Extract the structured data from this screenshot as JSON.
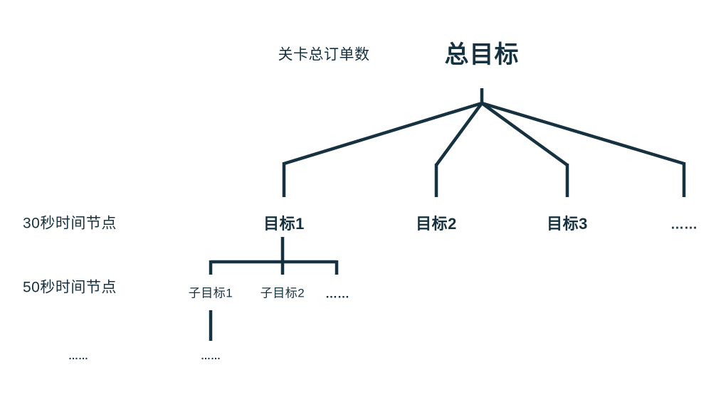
{
  "diagram": {
    "title_text": "总目标",
    "background_color": "#ffffff",
    "line_color": "#16313f",
    "text_color": "#16313f",
    "root": {
      "label": "总目标",
      "side_label": "关卡总订单数"
    },
    "row_labels": [
      {
        "label": "30秒时间节点"
      },
      {
        "label": "50秒时间节点"
      },
      {
        "label": "……"
      }
    ],
    "level2": [
      {
        "label": "目标1"
      },
      {
        "label": "目标2"
      },
      {
        "label": "目标3"
      },
      {
        "label": "……"
      }
    ],
    "level3": [
      {
        "label": "子目标1"
      },
      {
        "label": "子目标2"
      },
      {
        "label": "……"
      }
    ],
    "level4": [
      {
        "label": "……"
      }
    ]
  }
}
